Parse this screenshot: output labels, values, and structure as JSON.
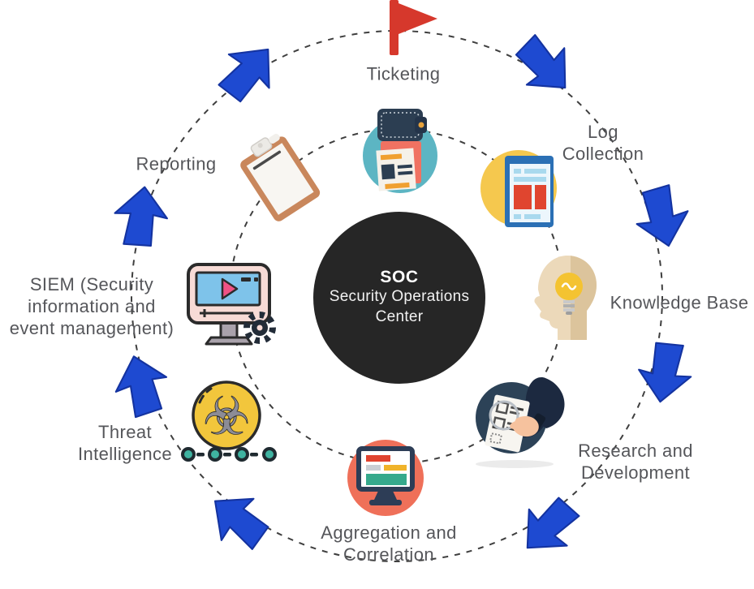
{
  "diagram": {
    "title": "SOC cycle diagram",
    "center": {
      "title": "SOC",
      "subtitle": "Security Operations Center",
      "bg": "#262626",
      "text_color": "#ffffff"
    },
    "flow_direction": "clockwise",
    "nodes": [
      {
        "id": "ticketing",
        "label": "Ticketing",
        "icon": "flag-icon"
      },
      {
        "id": "log_collection",
        "label": "Log\nCollection",
        "icon": "browser-logs-icon"
      },
      {
        "id": "knowledge_base",
        "label": "Knowledge Base",
        "icon": "head-lightbulb-icon"
      },
      {
        "id": "research_development",
        "label": "Research and\nDevelopment",
        "icon": "analyst-magnifier-icon"
      },
      {
        "id": "aggregation_correlation",
        "label": "Aggregation and\nCorrelation",
        "icon": "dashboard-monitor-icon"
      },
      {
        "id": "threat_intelligence",
        "label": "Threat\nIntelligence",
        "icon": "biohazard-icon"
      },
      {
        "id": "siem",
        "label": "SIEM (Security\ninformation and\nevent management)",
        "icon": "media-monitor-gear-icon"
      },
      {
        "id": "reporting",
        "label": "Reporting",
        "icon": "clipboard-icon"
      }
    ],
    "extra_icons": [
      {
        "name": "wallet-documents-icon",
        "for": "ticketing"
      },
      {
        "name": "dotted-chain-icon",
        "for": "threat_intelligence"
      }
    ],
    "arrows": {
      "count": 8,
      "style": "block-arrow",
      "color": "#1e4ad1"
    },
    "colors": {
      "arrow": "#1e4ad1",
      "ring": "#3f3f3f",
      "label": "#55565a",
      "flag_red": "#d6382c",
      "teal_circle": "#5cb5c3",
      "yellow_circle": "#f5c84e",
      "coral_circle": "#ef7059",
      "navy_circle": "#2c4257",
      "biohazard_yellow": "#f2c63c"
    }
  }
}
